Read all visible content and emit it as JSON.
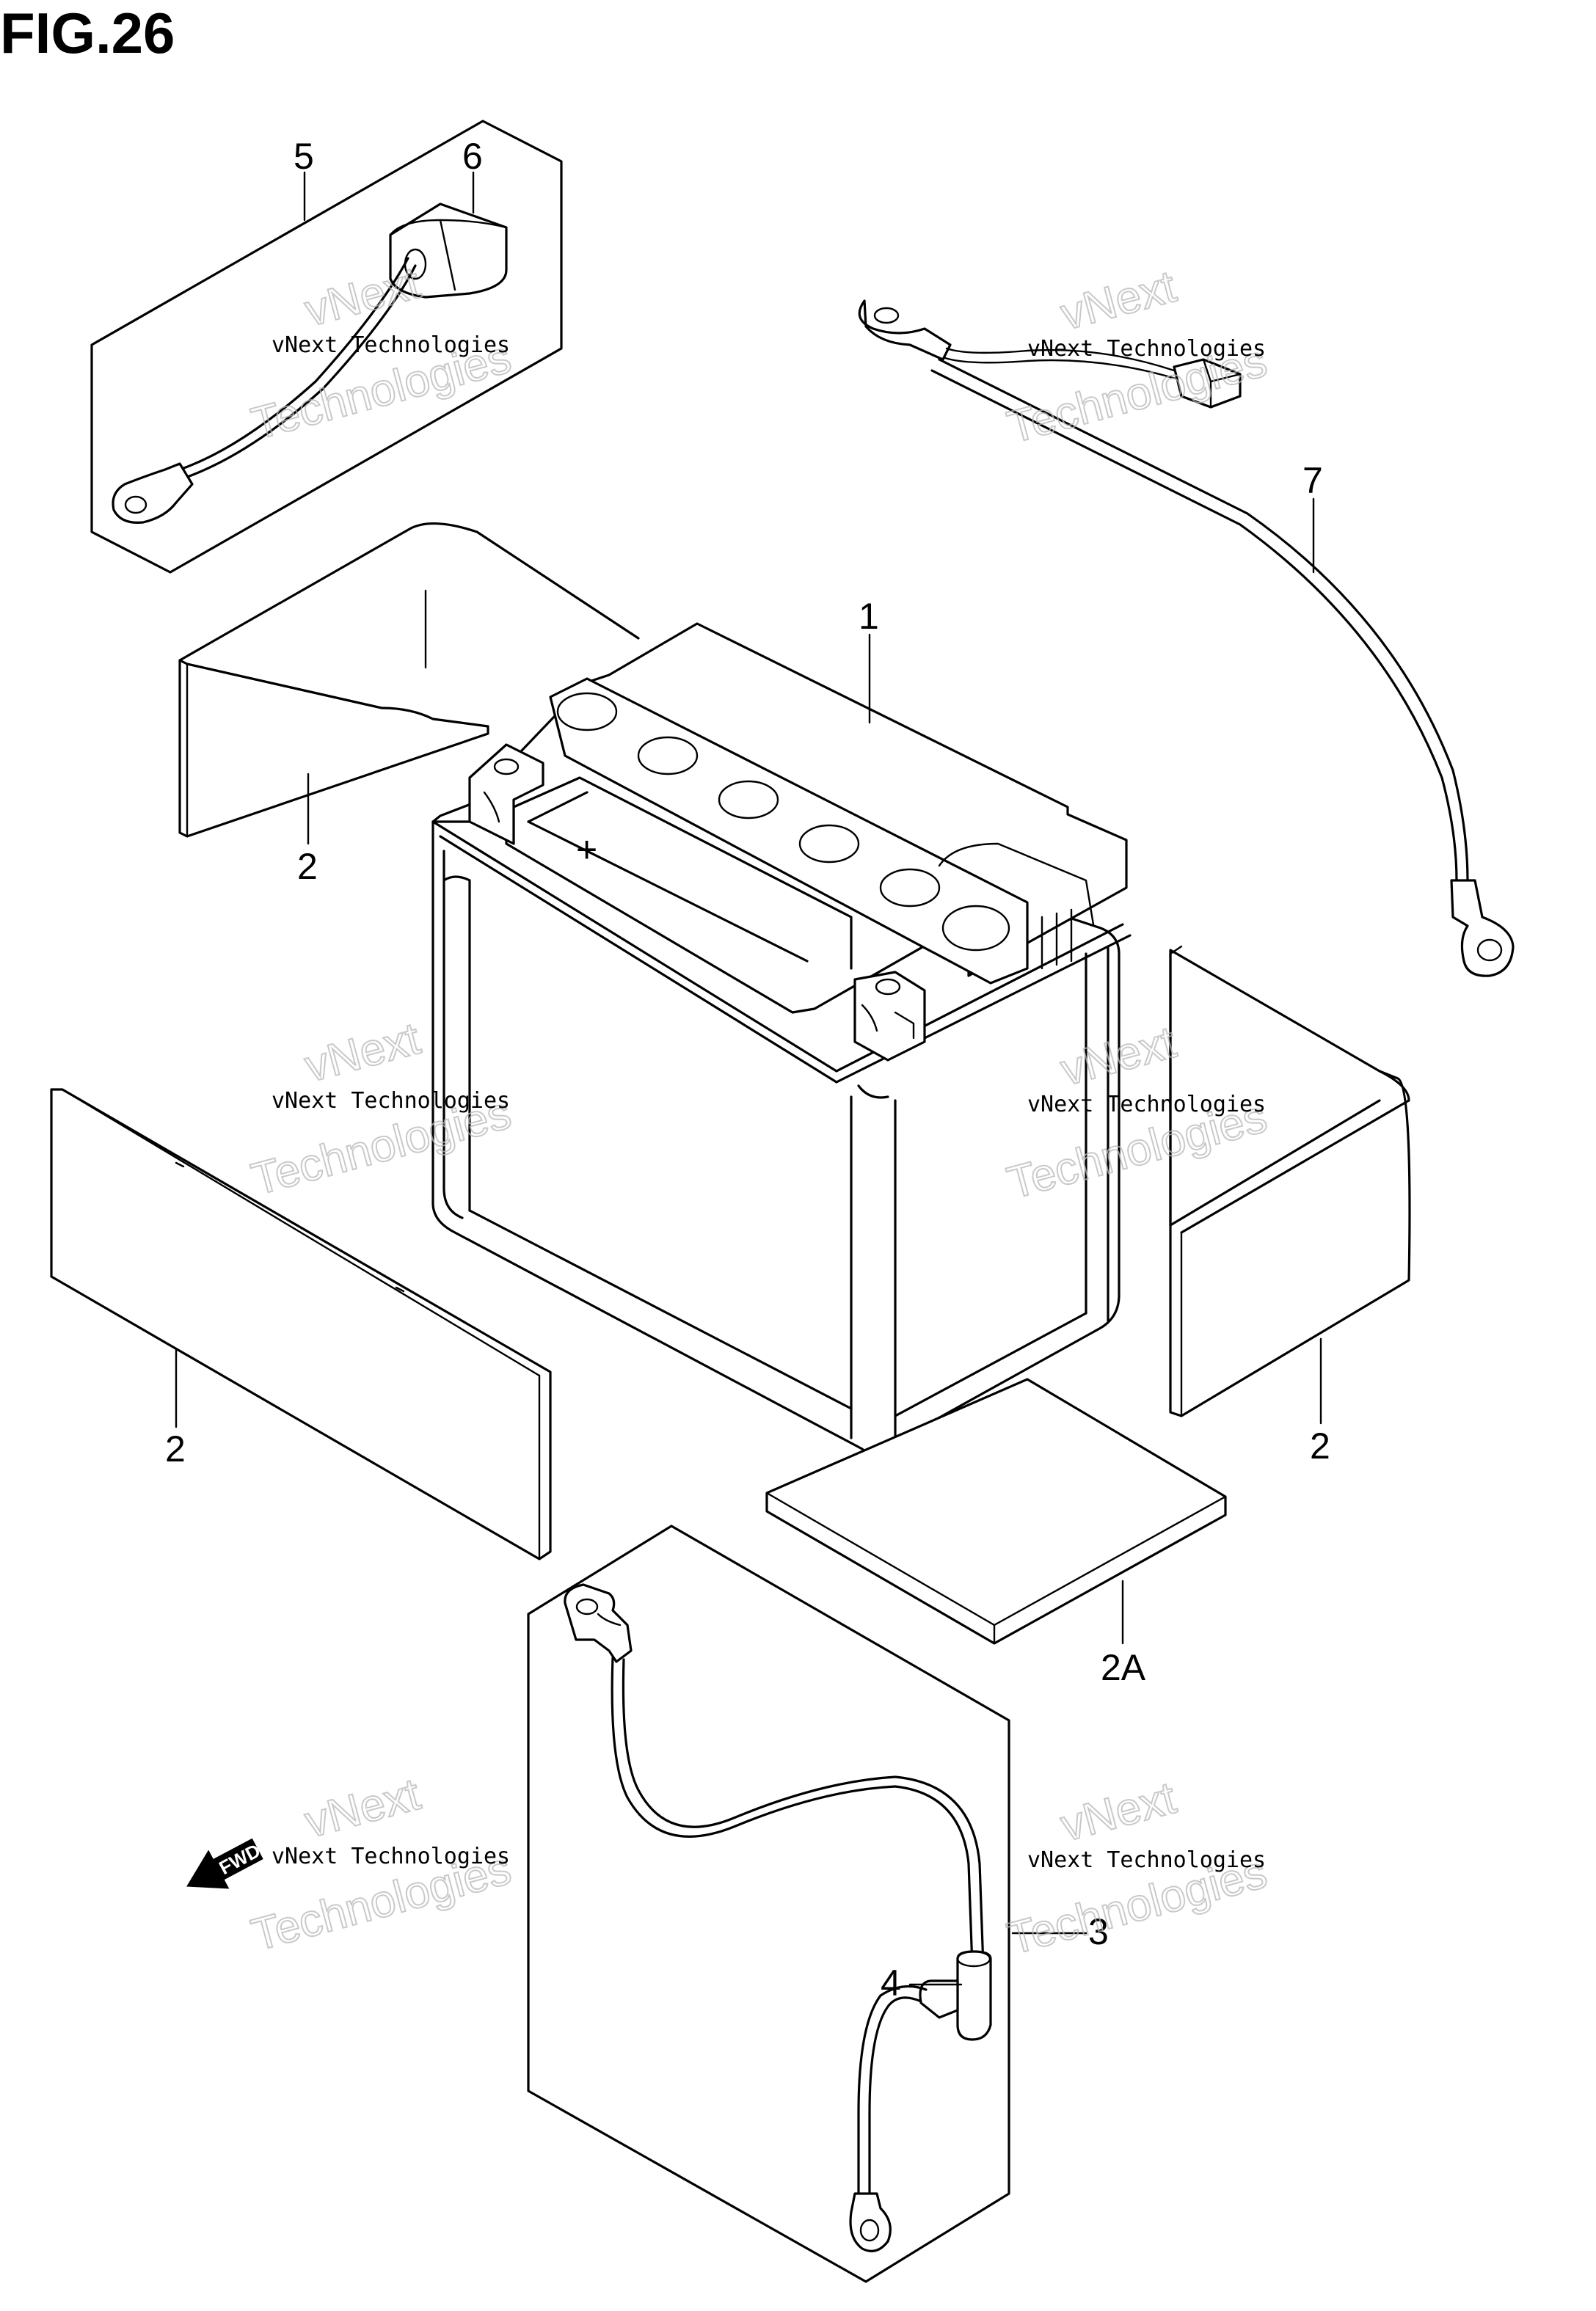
{
  "figure": {
    "title": "FIG.26"
  },
  "callouts": {
    "c1": "1",
    "c2_top": "2",
    "c2_left": "2",
    "c2_right": "2",
    "c2a": "2A",
    "c3": "3",
    "c4": "4",
    "c5": "5",
    "c6": "6",
    "c7": "7"
  },
  "fwd_label": "FWD",
  "watermarks": [
    {
      "small": "vNext Technologies",
      "big_top": "vNext",
      "big_bottom": "Technologies"
    },
    {
      "small": "vNext Technologies",
      "big_top": "vNext",
      "big_bottom": "Technologies"
    },
    {
      "small": "vNext Technologies",
      "big_top": "vNext",
      "big_bottom": "Technologies"
    },
    {
      "small": "vNext Technologies",
      "big_top": "vNext",
      "big_bottom": "Technologies"
    },
    {
      "small": "vNext Technologies",
      "big_top": "vNext",
      "big_bottom": "Technologies"
    },
    {
      "small": "vNext Technologies",
      "big_top": "vNext",
      "big_bottom": "Technologies"
    }
  ],
  "battery_terminal_mark": "+"
}
